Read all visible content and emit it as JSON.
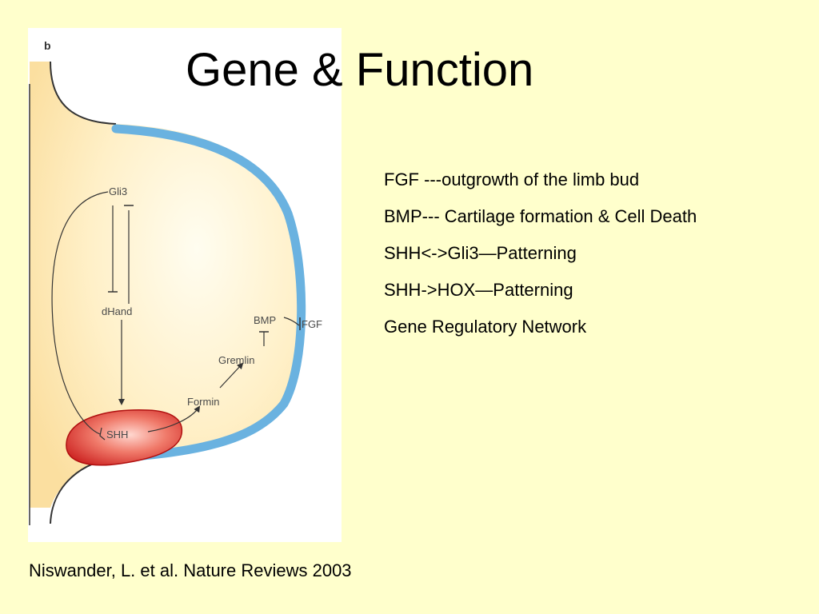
{
  "slide": {
    "title": "Gene & Function",
    "background_color": "#ffffcc",
    "functions": [
      "FGF ---outgrowth of the limb bud",
      "BMP--- Cartilage formation & Cell Death",
      "SHH<->Gli3—Patterning",
      "SHH->HOX—Patterning",
      "Gene Regulatory Network"
    ],
    "citation": "Niswander, L. et al.  Nature Reviews 2003"
  },
  "figure": {
    "panel_letter": "b",
    "labels": {
      "gli3": "Gli3",
      "dhand": "dHand",
      "shh": "SHH",
      "formin": "Formin",
      "gremlin": "Gremlin",
      "bmp": "BMP",
      "fgf": "FGF"
    },
    "colors": {
      "panel_background": "#ffffff",
      "limb_bud_fill": "#fbdfa0",
      "limb_bud_center": "#fffdf0",
      "ridge": "#6ab2e0",
      "zpa_fill": "#e03030",
      "outline": "#333333"
    }
  }
}
